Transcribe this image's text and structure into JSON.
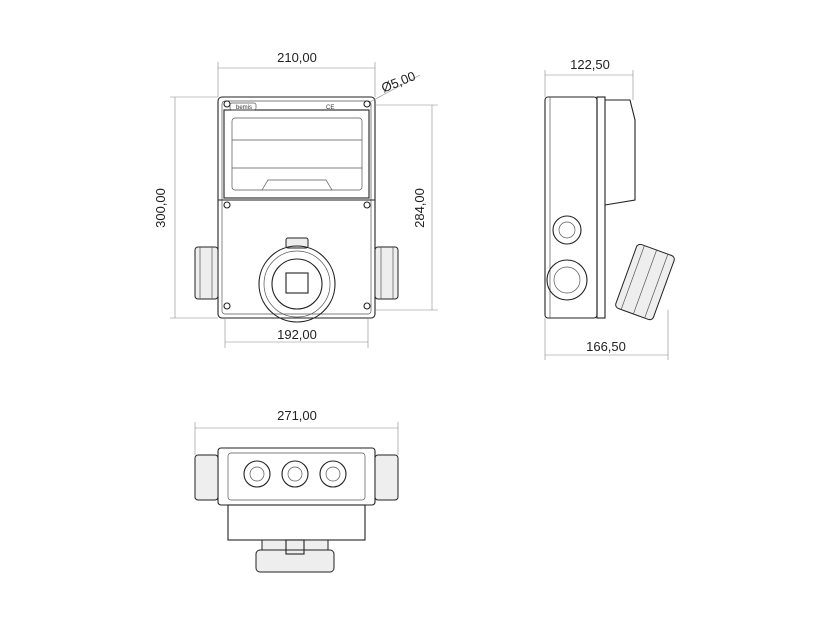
{
  "drawing": {
    "front_view": {
      "width_label": "210,00",
      "hole_label": "Ø5,00",
      "height_label": "300,00",
      "inner_height_label": "284,00",
      "inner_width_label": "192,00",
      "logo_text": "bemis",
      "ce_mark": "CE"
    },
    "side_view": {
      "depth_label": "122,50",
      "total_depth_label": "166,50"
    },
    "bottom_view": {
      "total_width_label": "271,00"
    }
  }
}
